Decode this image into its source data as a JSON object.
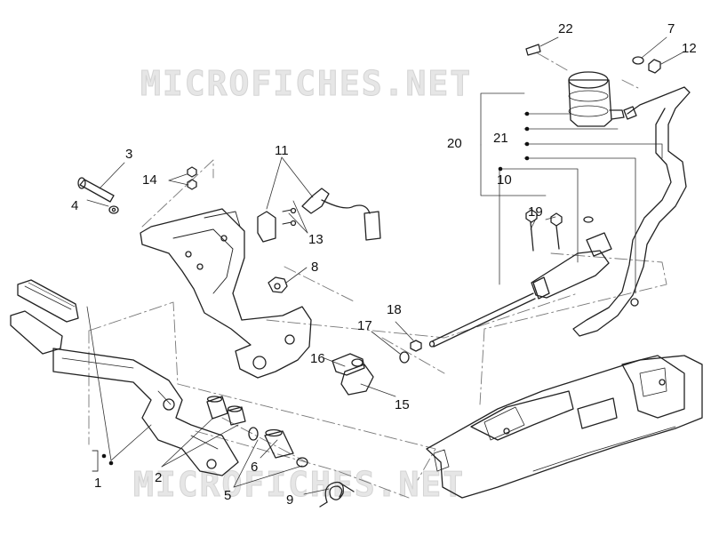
{
  "watermark": {
    "text": "MICROFICHES.NET"
  },
  "callouts": {
    "c1": "1",
    "c2": "2",
    "c3": "3",
    "c4": "4",
    "c5": "5",
    "c6": "6",
    "c7": "7",
    "c8": "8",
    "c9": "9",
    "c10": "10",
    "c11": "11",
    "c12": "12",
    "c13": "13",
    "c14": "14",
    "c15": "15",
    "c16": "16",
    "c17": "17",
    "c18": "18",
    "c19": "19",
    "c20": "20",
    "c21": "21",
    "c22": "22"
  }
}
